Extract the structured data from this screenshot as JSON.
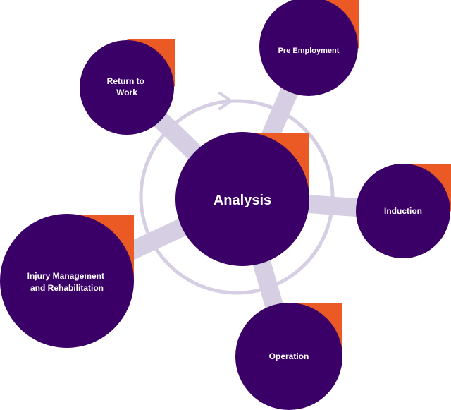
{
  "colors": {
    "node": "#3b0068",
    "accent": "#eb5a24",
    "connector": "#d6cfe3",
    "label": "#ffffff"
  },
  "center": {
    "label": "Analysis"
  },
  "nodes": [
    {
      "id": "pre-employment",
      "lines": [
        "Pre Employment"
      ]
    },
    {
      "id": "return-to-work",
      "lines": [
        "Return to",
        "Work"
      ]
    },
    {
      "id": "induction",
      "lines": [
        "Induction"
      ]
    },
    {
      "id": "injury-management",
      "lines": [
        "Injury Management",
        "and Rehabilitation"
      ]
    },
    {
      "id": "operation",
      "lines": [
        "Operation"
      ]
    }
  ]
}
